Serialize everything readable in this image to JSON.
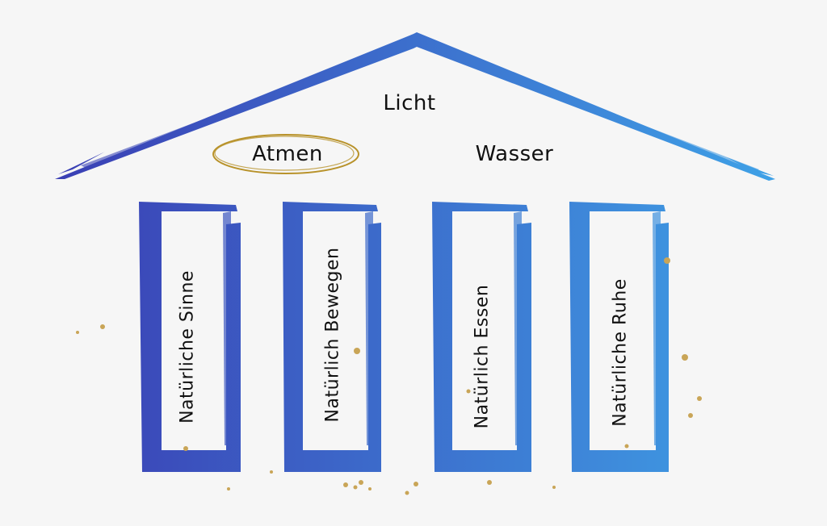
{
  "roof": {
    "top": "Licht",
    "left": "Atmen",
    "right": "Wasser"
  },
  "pillars": [
    {
      "label": "Natürliche Sinne"
    },
    {
      "label": "Natürlich Bewegen"
    },
    {
      "label": "Natürlich Essen"
    },
    {
      "label": "Natürliche Ruhe"
    }
  ],
  "colors": {
    "gradient_start": "#3a37b0",
    "gradient_end": "#3fa8ea",
    "highlight_ring": "#b8922a",
    "speckles": "#c9a557"
  }
}
